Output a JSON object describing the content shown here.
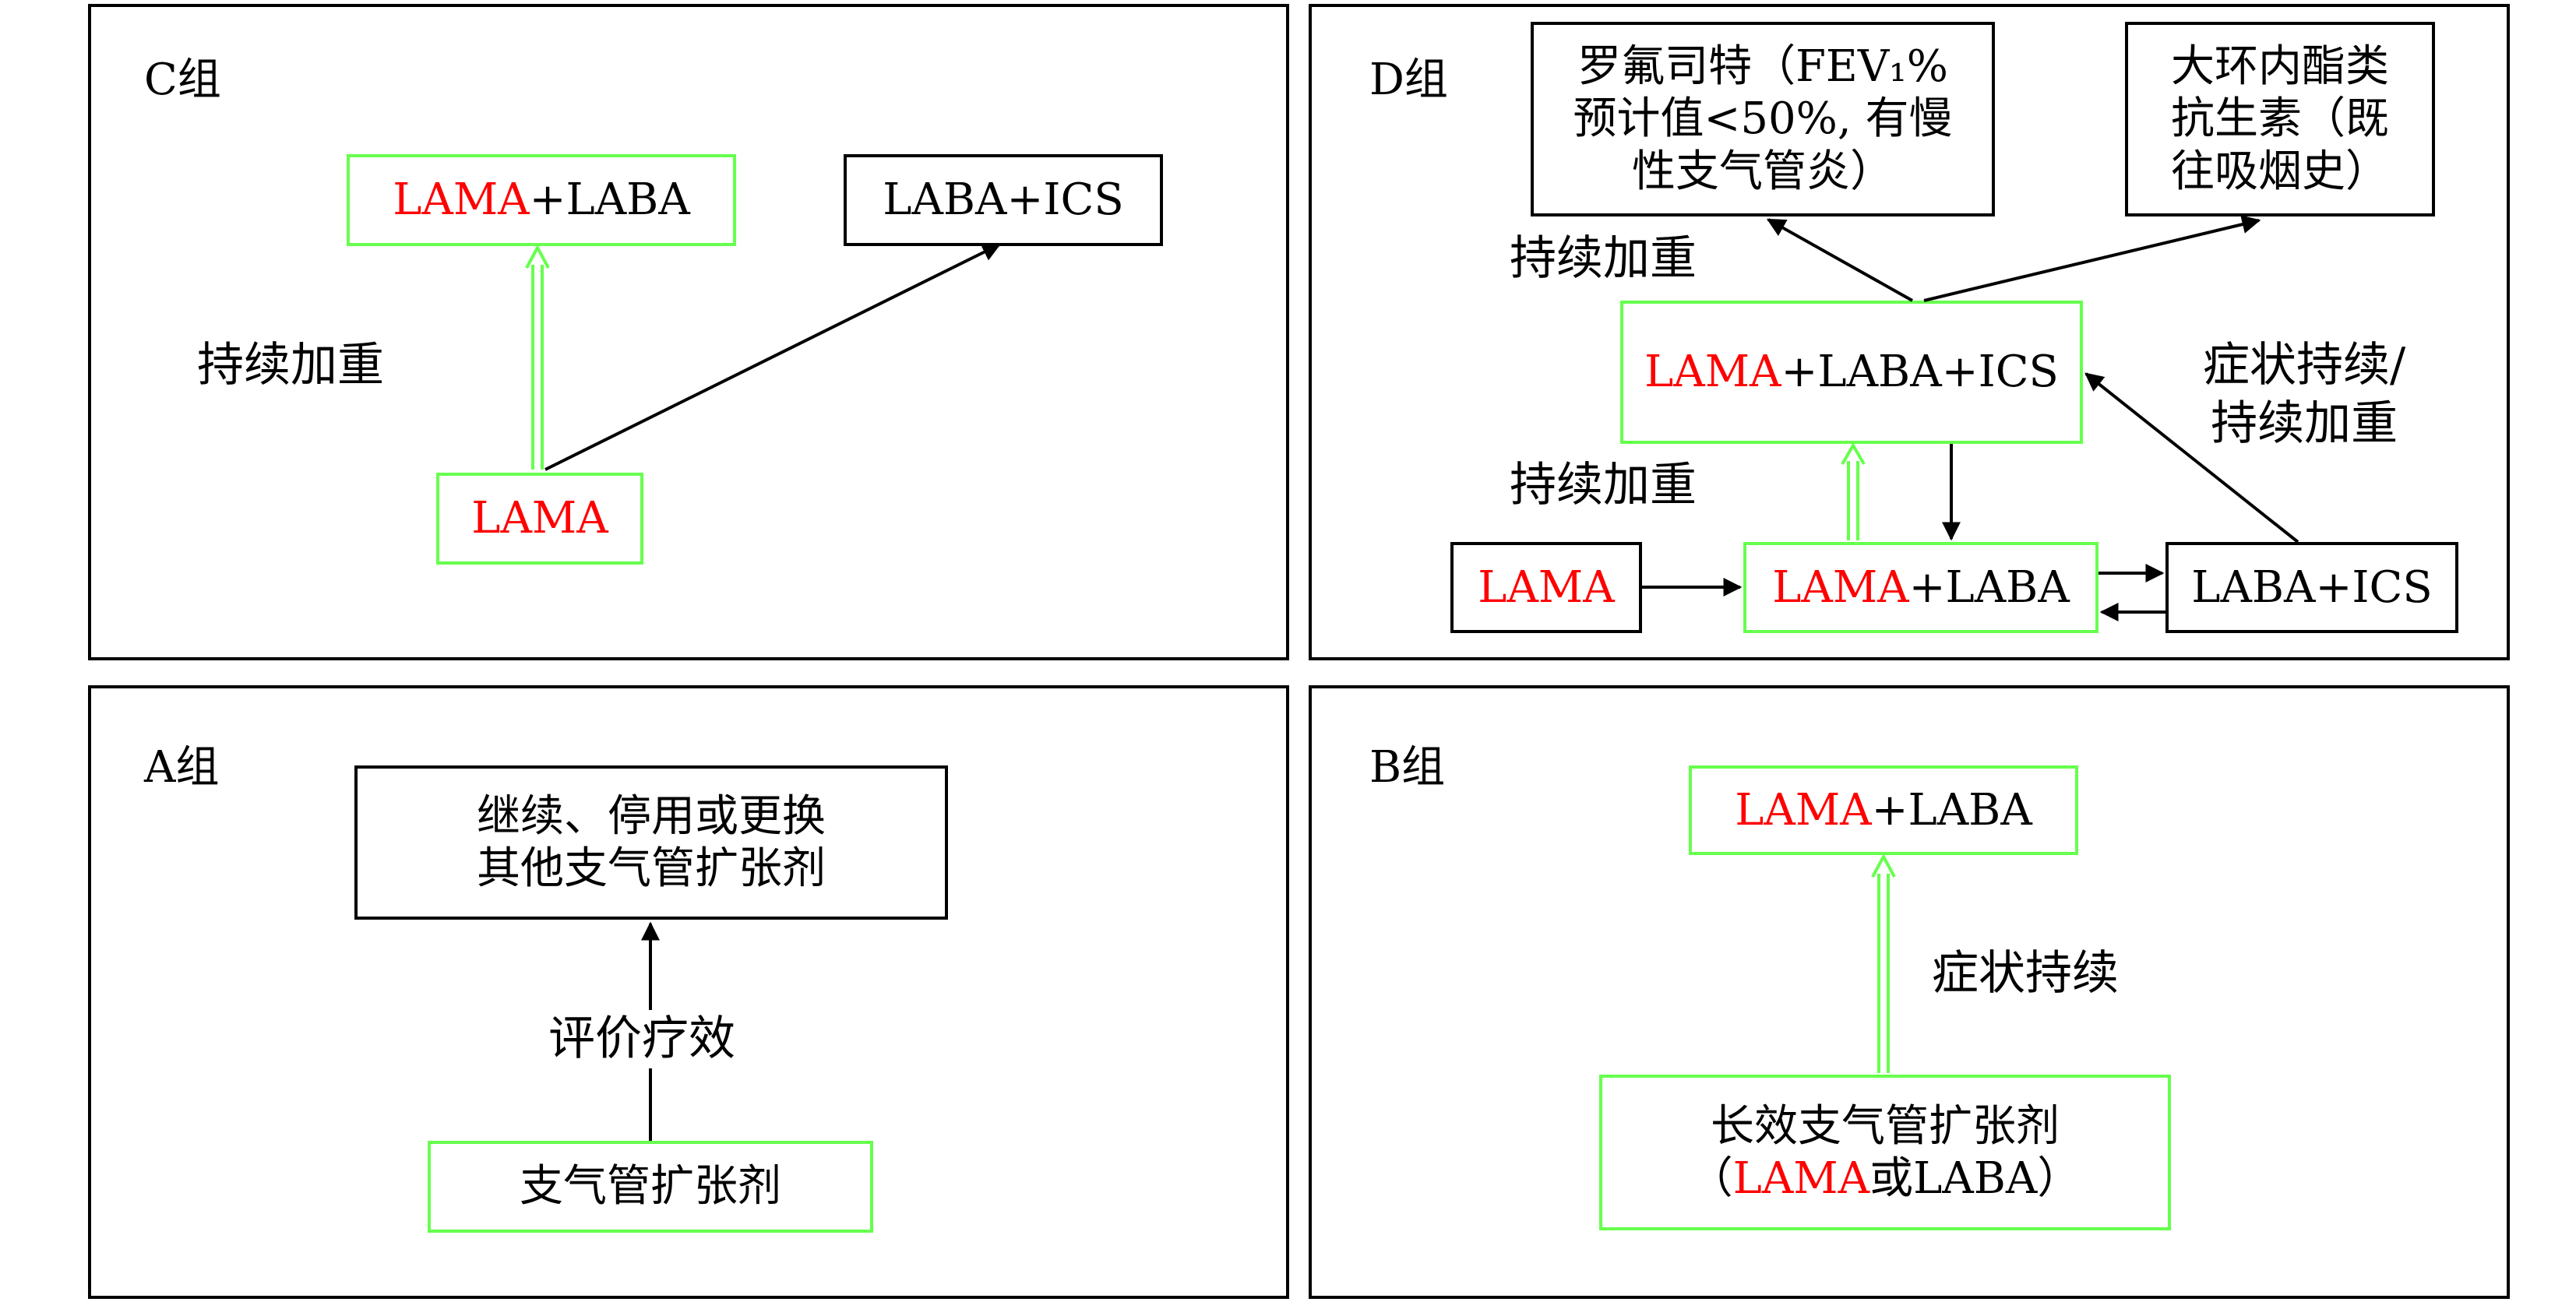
{
  "colors": {
    "green_border": "#66ff4d",
    "highlight_red": "#ff0000",
    "line": "#000000"
  },
  "panels": {
    "c": {
      "group_label": "C组",
      "box_top_left": {
        "red": "LAMA",
        "rest": "+LABA"
      },
      "box_top_right": "LABA+ICS",
      "box_bottom": {
        "red": "LAMA"
      },
      "label_worsening": "持续加重"
    },
    "d": {
      "group_label": "D组",
      "box_roflumilast": [
        "罗氟司特（FEV₁%",
        "预计值<50%, 有慢",
        "性支气管炎）"
      ],
      "box_macrolide": [
        "大环内酯类",
        "抗生素（既",
        "往吸烟史）"
      ],
      "box_triple": {
        "red": "LAMA",
        "rest": "+LABA+ICS"
      },
      "box_lama": {
        "red": "LAMA"
      },
      "box_lama_laba": {
        "red": "LAMA",
        "rest": "+LABA"
      },
      "box_laba_ics": "LABA+ICS",
      "label_worsening_top": "持续加重",
      "label_worsening_mid": "持续加重",
      "label_symptoms": [
        "症状持续/",
        "持续加重"
      ]
    },
    "a": {
      "group_label": "A组",
      "box_top": [
        "继续、停用或更换",
        "其他支气管扩张剂"
      ],
      "box_bottom": "支气管扩张剂",
      "label_evaluate": "评价疗效"
    },
    "b": {
      "group_label": "B组",
      "box_top": {
        "red": "LAMA",
        "rest": "+LABA"
      },
      "box_bottom": {
        "line1": "长效支气管扩张剂",
        "line2_pre": "（",
        "line2_red": "LAMA",
        "line2_post": "或LABA）"
      },
      "label_symptoms": "症状持续"
    }
  }
}
